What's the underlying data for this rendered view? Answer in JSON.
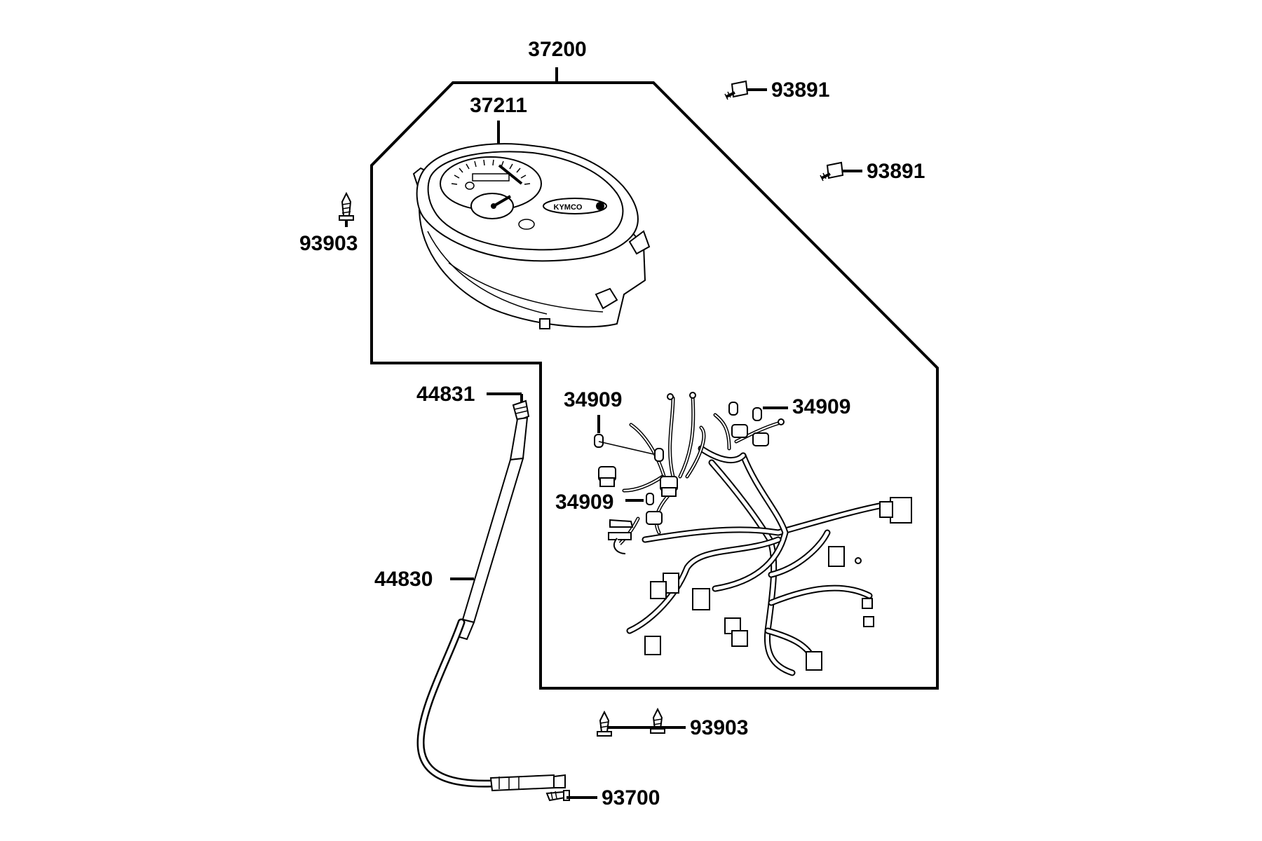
{
  "diagram": {
    "labels": {
      "meter_assembly": "37200",
      "meter_lens": "37211",
      "screw_top_right_1": "93891",
      "screw_top_right_2": "93891",
      "screw_left": "93903",
      "cable_gear": "44831",
      "bulb_top_left": "34909",
      "bulb_top_right": "34909",
      "bulb_middle": "34909",
      "speedo_cable": "44830",
      "screws_bottom": "93903",
      "bolt_bottom": "93700"
    },
    "meter_face_brand": "KYMCO"
  }
}
